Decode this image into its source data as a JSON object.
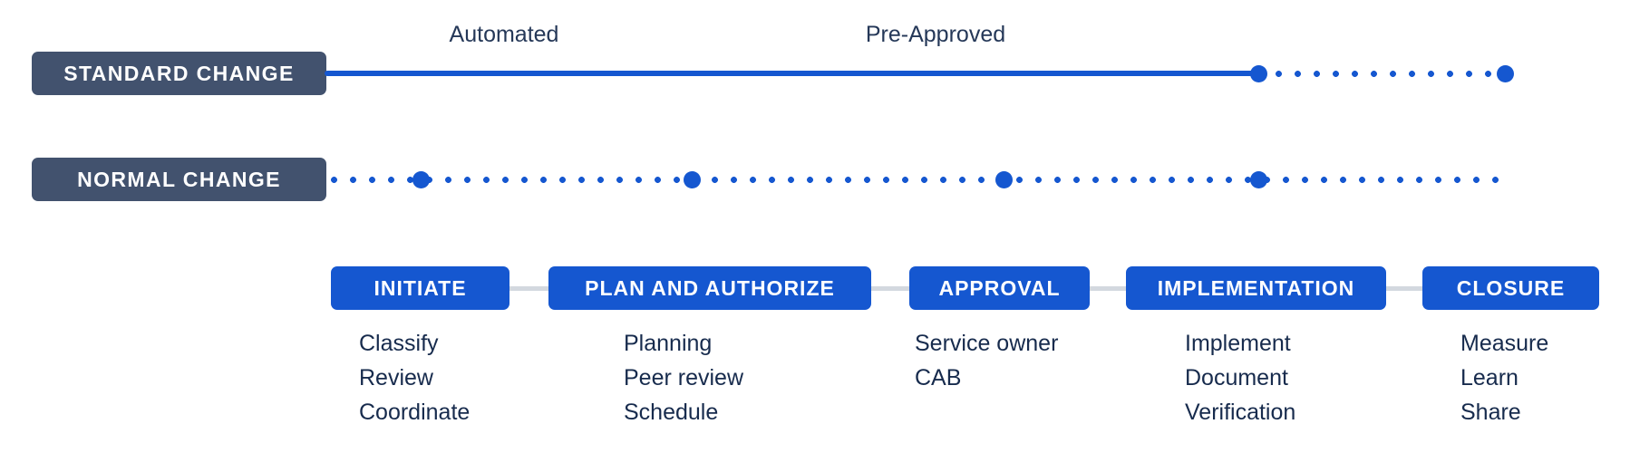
{
  "colors": {
    "accent_blue": "#1557D0",
    "lane_chip_slate": "#42526E",
    "text_navy": "#172B4D",
    "connector_gray": "#D3D8DF"
  },
  "timeline_labels": {
    "automated": "Automated",
    "pre_approved": "Pre-Approved"
  },
  "lanes": [
    {
      "label": "STANDARD CHANGE"
    },
    {
      "label": "NORMAL CHANGE"
    }
  ],
  "stages": [
    {
      "label": "INITIATE",
      "tasks": [
        "Classify",
        "Review",
        "Coordinate"
      ]
    },
    {
      "label": "PLAN AND AUTHORIZE",
      "tasks": [
        "Planning",
        "Peer review",
        "Schedule"
      ]
    },
    {
      "label": "APPROVAL",
      "tasks": [
        "Service owner",
        "CAB"
      ]
    },
    {
      "label": "IMPLEMENTATION",
      "tasks": [
        "Implement",
        "Document",
        "Verification"
      ]
    },
    {
      "label": "CLOSURE",
      "tasks": [
        "Measure",
        "Learn",
        "Share"
      ]
    }
  ]
}
